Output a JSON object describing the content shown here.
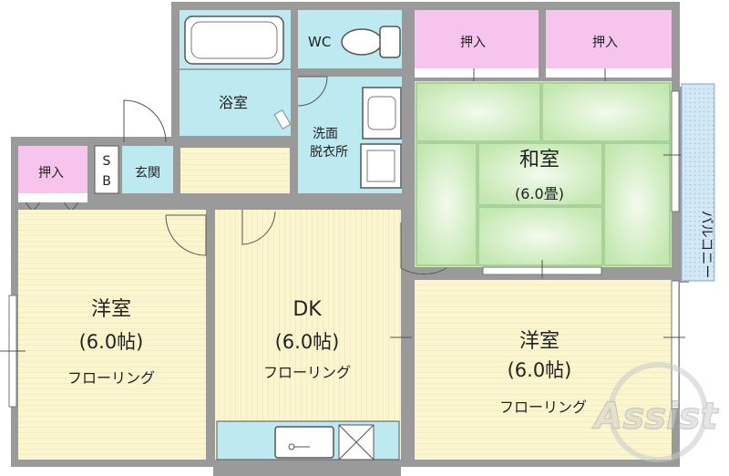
{
  "rooms": {
    "wc": "WC",
    "bath": "浴室",
    "washroom_line1": "洗面",
    "washroom_line2": "脱衣所",
    "closet_top_left": "押入",
    "closet_top_right": "押入",
    "closet_left": "押入",
    "shoebox_s": "S",
    "shoebox_b": "B",
    "entrance": "玄関",
    "washitsu": "和室",
    "washitsu_size": "(6.0畳)",
    "western_left": "洋室",
    "western_left_size": "(6.0帖)",
    "western_left_floor": "フローリング",
    "dk": "DK",
    "dk_size": "(6.0帖)",
    "dk_floor": "フローリング",
    "western_right": "洋室",
    "western_right_size": "(6.0帖)",
    "western_right_floor": "フローリング",
    "balcony": "バルコニー"
  },
  "watermark": "Assist",
  "colors": {
    "wall": "#9a9a9a",
    "flooring": "#fbf6cf",
    "flooring_line": "#ebe3b4",
    "wet_area": "#bde9f1",
    "closet": "#f6c4ec",
    "tatami": "#c8ebb6",
    "tatami_light": "#edf9e6",
    "balcony": "#d3e8f6"
  }
}
